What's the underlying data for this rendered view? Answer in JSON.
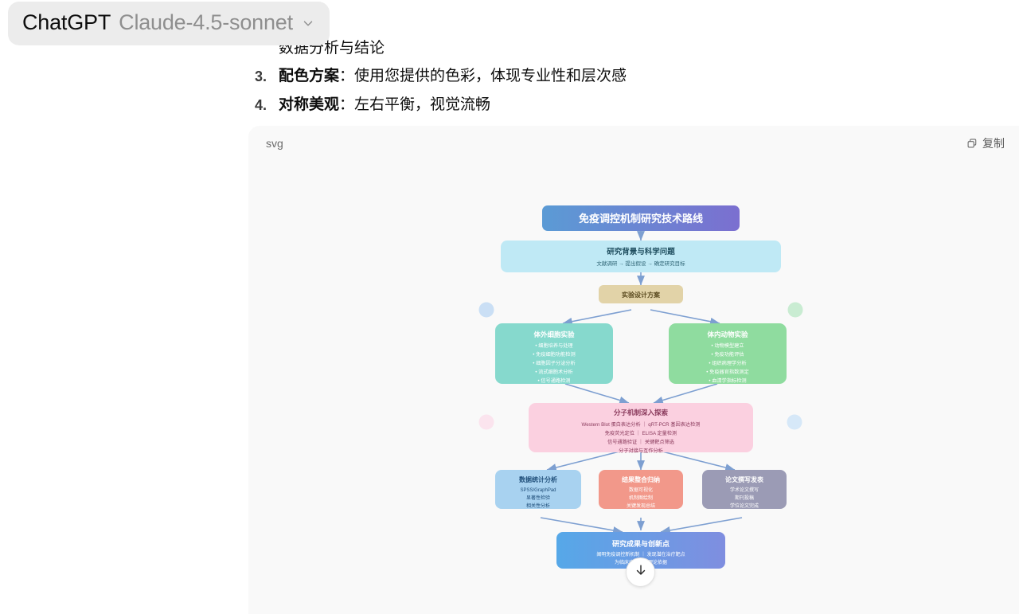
{
  "model_pill": {
    "brand": "ChatGPT",
    "variant": "Claude-4.5-sonnet",
    "chevron_icon": "chevron-down-icon"
  },
  "message": {
    "clipped_bullet": "数据分析与结论",
    "list": [
      {
        "num": "3.",
        "label": "配色方案",
        "sep": "：",
        "text": "使用您提供的色彩，体现专业性和层次感"
      },
      {
        "num": "4.",
        "label": "对称美观",
        "sep": "：",
        "text": "左右平衡，视觉流畅"
      }
    ]
  },
  "code_block": {
    "language": "svg",
    "copy_label": "复制",
    "copy_icon": "copy-icon"
  },
  "scroll_button": {
    "icon": "arrow-down-icon"
  },
  "chart_data": {
    "type": "diagram",
    "title": "免疫调控机制研究技术路线",
    "background": "#f9f9f9",
    "colors": {
      "title_gradient_from": "#5b9bd5",
      "title_gradient_to": "#7b6fd0",
      "background_box": "#bfe9f5",
      "design_box": "#e2d3a8",
      "invitro_box": "#86d9cd",
      "invivo_box": "#8fdc9f",
      "molecular_box": "#fbd0e0",
      "stats_box": "#a8d2f0",
      "results_box": "#f2988a",
      "paper_box": "#9b9bb5",
      "conclusion_from": "#5aa9e6",
      "conclusion_to": "#7f8fe0",
      "arrow": "#7d9fd1"
    },
    "nodes": [
      {
        "id": "title",
        "title": "免疫调控机制研究技术路线",
        "lines": [],
        "fill": "gradient-blue-purple",
        "text_color": "#ffffff"
      },
      {
        "id": "background",
        "title": "研究背景与科学问题",
        "lines": [
          "文献调研 → 提出假设 → 确定研究目标"
        ],
        "fill": "#bfe9f5",
        "text_color": "#1f4e5f"
      },
      {
        "id": "design",
        "title": "实验设计方案",
        "lines": [],
        "fill": "#e2d3a8",
        "text_color": "#5a4a1f"
      },
      {
        "id": "invitro",
        "title": "体外细胞实验",
        "lines": [
          "• 细胞培养与处理",
          "• 免疫细胞功能检测",
          "• 细胞因子分泌分析",
          "• 流式细胞术分析",
          "• 信号通路检测"
        ],
        "fill": "#86d9cd",
        "text_color": "#ffffff"
      },
      {
        "id": "invivo",
        "title": "体内动物实验",
        "lines": [
          "• 动物模型建立",
          "• 免疫功能评估",
          "• 组织病理学分析",
          "• 免疫器官指数测定",
          "• 血清学指标检测"
        ],
        "fill": "#8fdc9f",
        "text_color": "#ffffff"
      },
      {
        "id": "molecular",
        "title": "分子机制深入探索",
        "lines": [
          "Western Blot 蛋白表达分析 ｜ qRT-PCR 基因表达检测",
          "免疫荧光定位 ｜ ELISA 定量检测",
          "信号通路验证 ｜ 关键靶点筛选",
          "分子对接与互作分析"
        ],
        "fill": "#fbd0e0",
        "text_color": "#8a3a5c"
      },
      {
        "id": "stats",
        "title": "数据统计分析",
        "lines": [
          "SPSS/GraphPad",
          "显著性检验",
          "相关性分析"
        ],
        "fill": "#a8d2f0",
        "text_color": "#1f4e79"
      },
      {
        "id": "results",
        "title": "结果整合归纳",
        "lines": [
          "数据可视化",
          "机制图绘制",
          "关键发现总结"
        ],
        "fill": "#f2988a",
        "text_color": "#ffffff"
      },
      {
        "id": "paper",
        "title": "论文撰写发表",
        "lines": [
          "学术论文撰写",
          "期刊投稿",
          "学位论文完成"
        ],
        "fill": "#9b9bb5",
        "text_color": "#ffffff"
      },
      {
        "id": "conclusion",
        "title": "研究成果与创新点",
        "lines": [
          "阐明免疫调控新机制 ｜ 发现潜在治疗靶点",
          "为临床应用提供理论依据"
        ],
        "fill": "gradient-blue",
        "text_color": "#ffffff"
      }
    ],
    "decor_circles": [
      {
        "id": "left-top",
        "color": "#cadff5"
      },
      {
        "id": "right-top",
        "color": "#c9ecd2"
      },
      {
        "id": "left-mid",
        "color": "#fbe4ee"
      },
      {
        "id": "right-mid",
        "color": "#d6e8f8"
      }
    ]
  }
}
